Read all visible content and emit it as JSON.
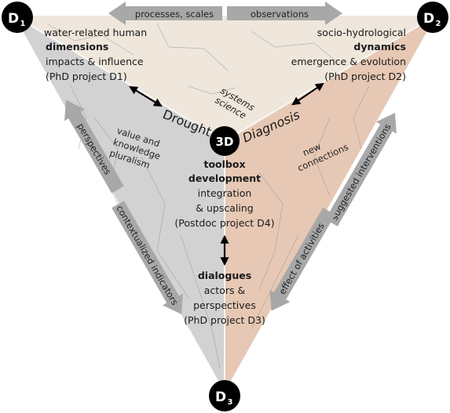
{
  "nodes": {
    "d1": {
      "letter": "D",
      "sub": "1"
    },
    "d2": {
      "letter": "D",
      "sub": "2"
    },
    "d3": {
      "letter": "D",
      "sub": "3"
    },
    "center": "3D"
  },
  "top_arrows": {
    "left": "processes, scales",
    "right": "observations"
  },
  "d1_block": {
    "line1": "water-related human",
    "line2": "dimensions",
    "line3": "impacts & influence",
    "line4": "(PhD project D1)"
  },
  "d2_block": {
    "line1": "socio-hydrological",
    "line2": "dynamics",
    "line3": "emergence & evolution",
    "line4": "(PhD project D2)"
  },
  "center_block": {
    "line1": "toolbox",
    "line2": "development",
    "line3": "integration",
    "line4": "& upscaling",
    "line5": "(Postdoc project D4)"
  },
  "d3_block": {
    "line1": "dialogues",
    "line2": "actors &",
    "line3": "perspectives",
    "line4": "(PhD project D3)"
  },
  "edge_labels": {
    "drought": "Drought",
    "diagnosis": "Diagnosis",
    "systems_science_1": "systems",
    "systems_science_2": "science",
    "value_1": "value and",
    "value_2": "knowledge",
    "value_3": "pluralism",
    "new_1": "new",
    "new_2": "connections"
  },
  "side_arrows": {
    "perspectives": "perspectives",
    "contextualized": "contextualized indicators",
    "suggested": "suggested interventions",
    "effect": "effect of activities"
  },
  "colors": {
    "panel_left": "#d2d2d2",
    "panel_right": "#e6c8b4",
    "panel_top": "#efe6dc",
    "arrow_grey": "#a8a8a8",
    "node_fill": "#000000"
  }
}
